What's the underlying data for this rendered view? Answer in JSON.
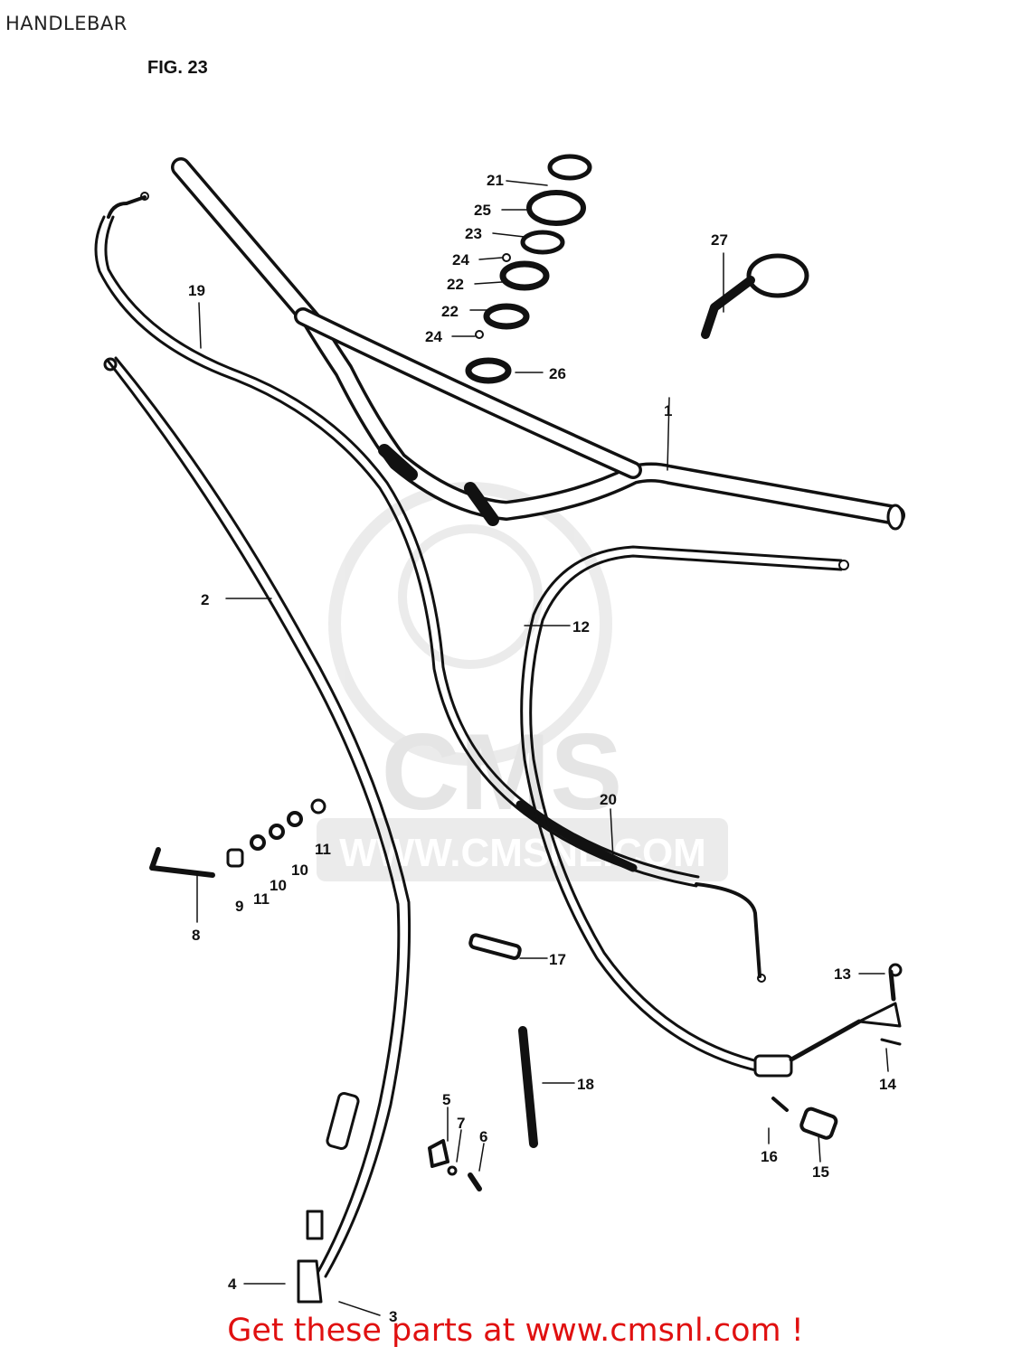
{
  "header": {
    "title": "HANDLEBAR",
    "figure_label": "FIG. 23"
  },
  "watermark": {
    "brand": "CMS",
    "url": "WWW.CMSNL.COM"
  },
  "footer": {
    "text": "Get these parts at www.cmsnl.com !",
    "color": "#e01010"
  },
  "callouts": [
    "1",
    "2",
    "3",
    "4",
    "5",
    "6",
    "7",
    "8",
    "9",
    "10",
    "11",
    "12",
    "13",
    "14",
    "15",
    "16",
    "17",
    "18",
    "19",
    "20",
    "21",
    "22",
    "23",
    "24",
    "25",
    "26",
    "27"
  ]
}
